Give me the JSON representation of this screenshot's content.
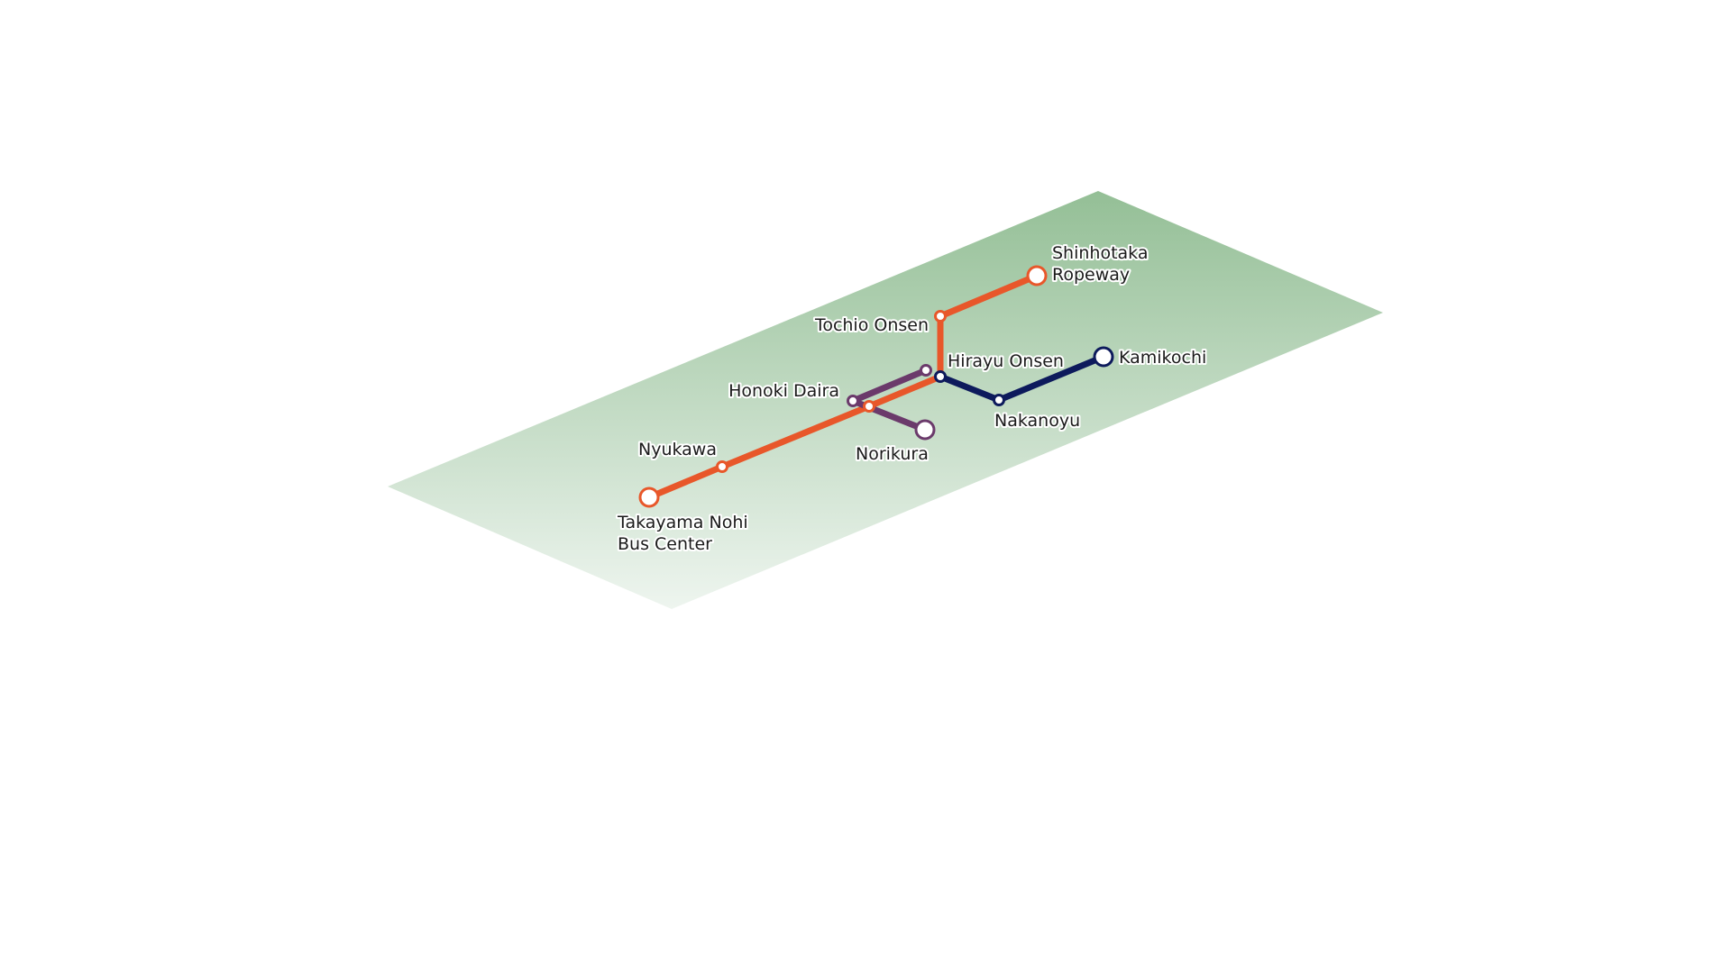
{
  "colors": {
    "plane_top": "#94bf96",
    "plane_bottom": "#eef5ef",
    "station_fill": "#ffffff"
  },
  "routes": [
    {
      "id": "orange-trunk",
      "color": "#e8572a"
    },
    {
      "id": "orange-shinhotaka",
      "color": "#e8572a"
    },
    {
      "id": "purple-norikura",
      "color": "#6b3a6b"
    },
    {
      "id": "navy-kamikochi",
      "color": "#0d1a5c"
    }
  ],
  "stations": {
    "takayama": {
      "line1": "Takayama Nohi",
      "line2": "Bus Center",
      "color": "#e8572a",
      "terminal": true
    },
    "nyukawa": {
      "line1": "Nyukawa",
      "color": "#e8572a",
      "terminal": false
    },
    "honoki": {
      "line1": "Honoki Daira",
      "color": "#6b3a6b",
      "terminal": false
    },
    "norikura": {
      "line1": "Norikura",
      "color": "#6b3a6b",
      "terminal": true
    },
    "tochio": {
      "line1": "Tochio Onsen",
      "color": "#e8572a",
      "terminal": false
    },
    "shinhotaka": {
      "line1": "Shinhotaka",
      "line2": "Ropeway",
      "color": "#e8572a",
      "terminal": true
    },
    "hirayu": {
      "line1": "Hirayu Onsen",
      "color": "#0d1a5c",
      "terminal": false
    },
    "nakanoyu": {
      "line1": "Nakanoyu",
      "color": "#0d1a5c",
      "terminal": false
    },
    "kamikochi": {
      "line1": "Kamikochi",
      "color": "#0d1a5c",
      "terminal": true
    }
  }
}
